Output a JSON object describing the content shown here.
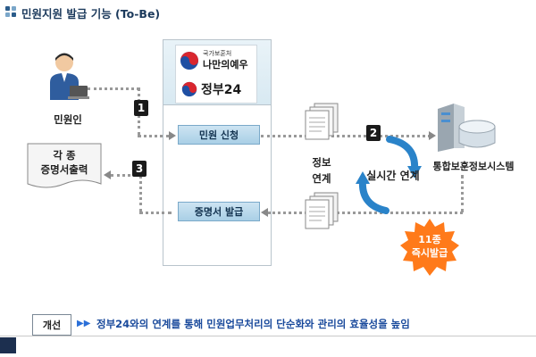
{
  "title": "민원지원 발급 기능 (To-Be)",
  "colors": {
    "title_text": "#1c3a5c",
    "button_fill": "#b8d8ec",
    "badge_fill": "#ff7a1a",
    "note_text": "#1a4a9c",
    "note_arrow": "#2a6fd8"
  },
  "icons": {
    "title": "four-square-grid-icon",
    "person": "person-at-laptop-icon",
    "server": "server-database-icon",
    "sync": "circular-sync-arrows-icon",
    "documents": "document-stack-icon"
  },
  "logos": {
    "top_small": "국가보훈처",
    "top_main": "나만의예우",
    "gov_name": "정부24"
  },
  "actors": {
    "citizen": "민원인",
    "output_line1": "각 종",
    "output_line2": "증명서출력",
    "system": "통합보훈정보시스템"
  },
  "buttons": {
    "apply": "민원 신청",
    "issue": "증명서 발급"
  },
  "steps": [
    "1",
    "2",
    "3"
  ],
  "info_link": {
    "line1": "정보",
    "line2": "연계"
  },
  "realtime": "실시간 연계",
  "badge": {
    "line1": "11종",
    "line2": "즉시발급"
  },
  "improvement": {
    "tag": "개선",
    "text": "정부24와의 연계를 통해 민원업무처리의 단순화와 관리의 효율성을 높임"
  }
}
